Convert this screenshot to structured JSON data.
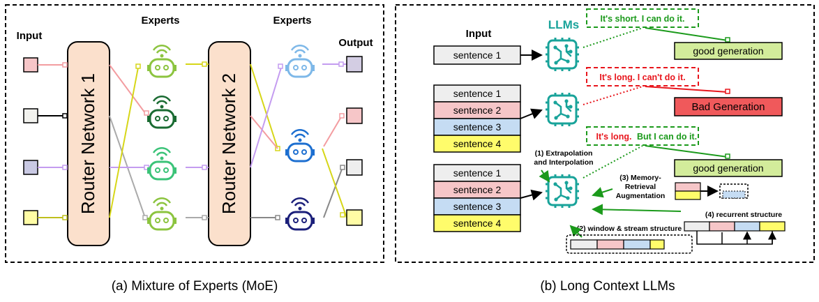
{
  "moe": {
    "input_label": "Input",
    "experts_label_1": "Experts",
    "experts_label_2": "Experts",
    "output_label": "Output",
    "router_1": "Router Network 1",
    "router_2": "Router Network 2",
    "caption": "(a) Mixture of Experts (MoE)",
    "colors": {
      "router_fill": "#fbe0cc",
      "input_colors": [
        "#f6c6c8",
        "#f2f2ee",
        "#c9c9e3",
        "#fffca5"
      ],
      "output_colors": [
        "#d3cde3",
        "#f6c6c8",
        "#eeeeee",
        "#fffca5"
      ],
      "robot_colors_1": [
        "#8cc43f",
        "#1a6b32",
        "#3bc378",
        "#8cc43f"
      ],
      "robot_colors_2": [
        "#7eb8e8",
        "#1d6fd0",
        "#1b1f7a"
      ]
    }
  },
  "llm": {
    "input_label": "Input",
    "llms_label": "LLMs",
    "sentence_1": "sentence 1",
    "sentence_2": "sentence 2",
    "sentence_3": "sentence 3",
    "sentence_4": "sentence 4",
    "bubble_short": "It's short. I can do it.",
    "bubble_long_bad": "It's long. I can't do it.",
    "bubble_long_good_a": "It's long.",
    "bubble_long_good_b": "But I can do it.",
    "good_generation_1": "good generation",
    "bad_generation": "Bad Generation",
    "good_generation_2": "good generation",
    "method_1a": "(1) Extrapolation",
    "method_1b": "and Interpolation",
    "method_2": "(2) window & stream structure",
    "method_3a": "(3) Memory-",
    "method_3b": "Retrieval",
    "method_3c": "Augmentation",
    "method_4": "(4) recurrent  structure",
    "caption": "(b) Long Context LLMs",
    "colors": {
      "llm_teal": "#19a39a",
      "sentence_gray": "#eeeeee",
      "sentence_pink": "#f6c6c8",
      "sentence_blue": "#c5dcf3",
      "sentence_yellow": "#fffc6b",
      "good_fill": "#d3ec9b",
      "bad_fill": "#f0595b",
      "green_text": "#1b9a1b",
      "red_text": "#e8151c"
    }
  }
}
